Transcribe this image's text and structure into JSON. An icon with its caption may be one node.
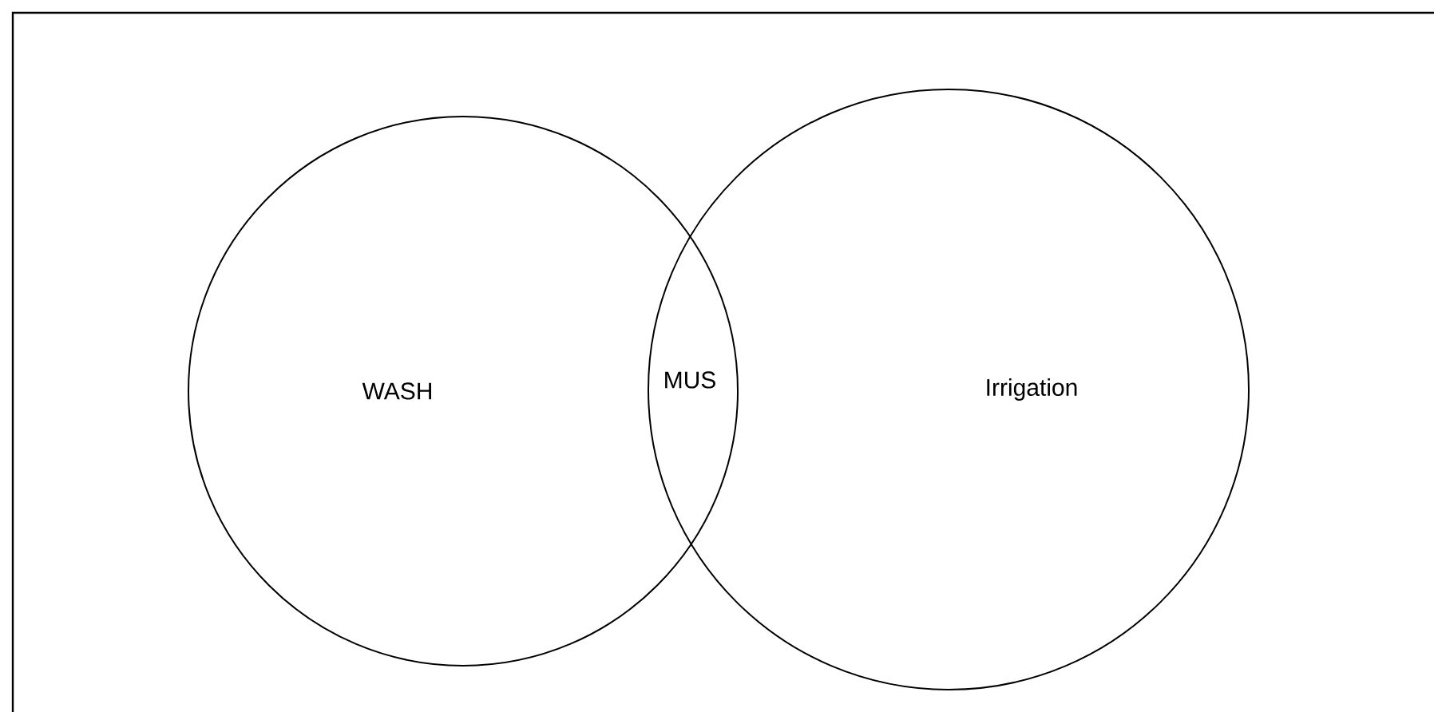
{
  "diagram": {
    "nodes": [
      {
        "text": [
          "WASH"
        ]
      },
      {
        "text": [
          "Irrigation"
        ]
      }
    ],
    "labels": [
      "MUS"
    ]
  }
}
